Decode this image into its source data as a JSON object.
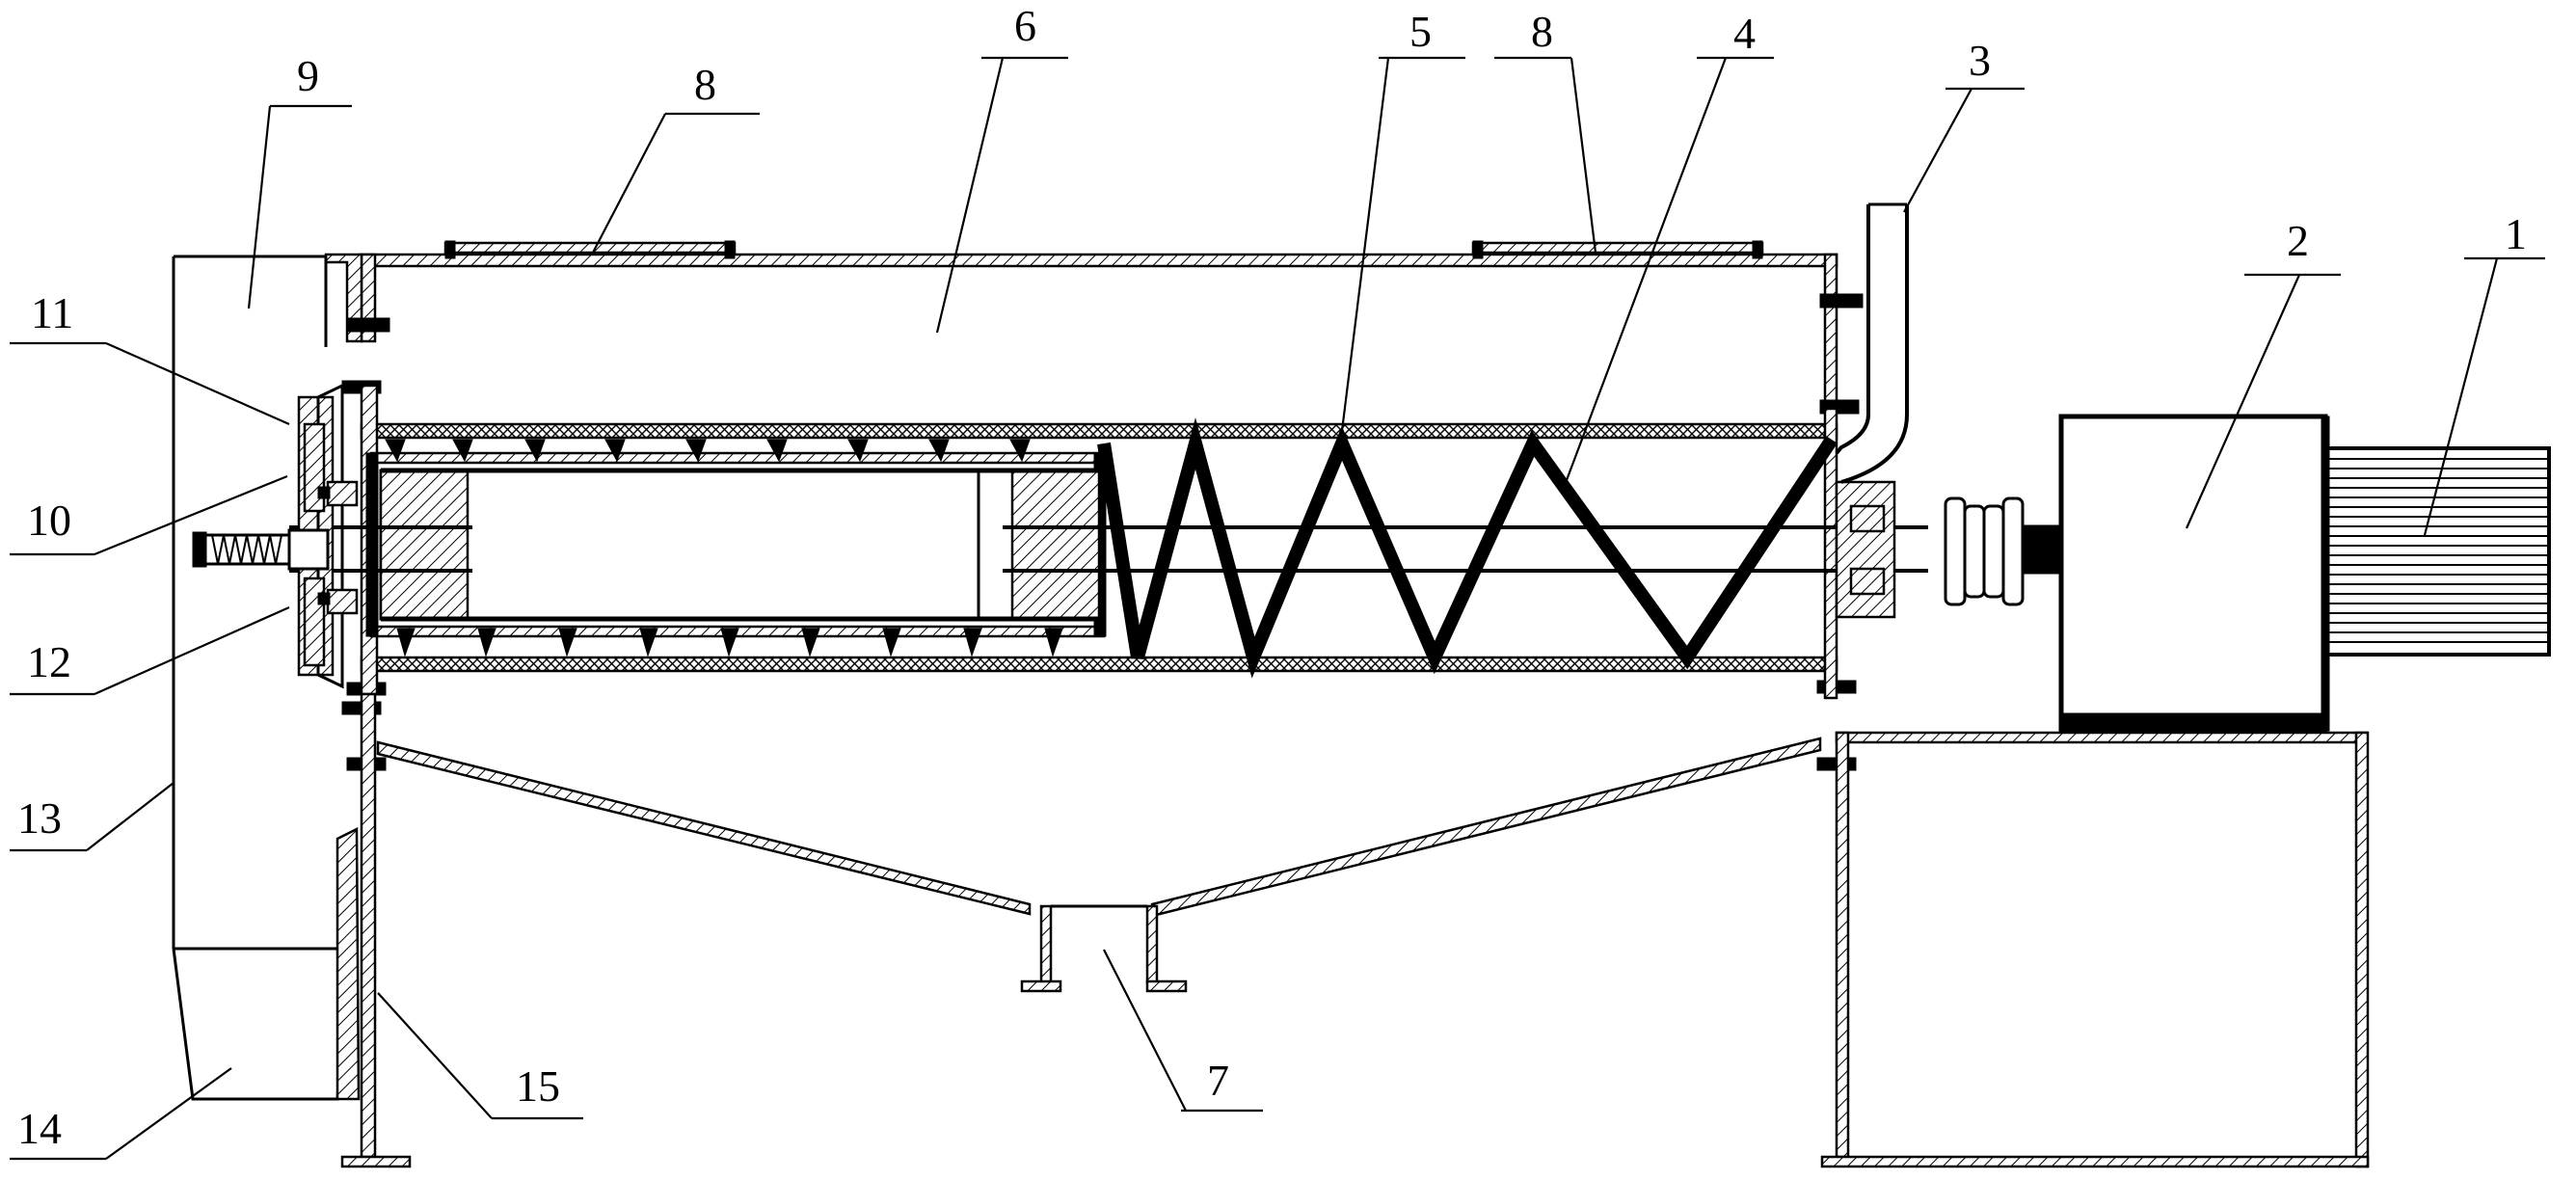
{
  "labels": [
    {
      "id": "label-1",
      "text": "1"
    },
    {
      "id": "label-2",
      "text": "2"
    },
    {
      "id": "label-3",
      "text": "3"
    },
    {
      "id": "label-4",
      "text": "4"
    },
    {
      "id": "label-5",
      "text": "5"
    },
    {
      "id": "label-6",
      "text": "6"
    },
    {
      "id": "label-7",
      "text": "7"
    },
    {
      "id": "label-8a",
      "text": "8"
    },
    {
      "id": "label-8b",
      "text": "8"
    },
    {
      "id": "label-9",
      "text": "9"
    },
    {
      "id": "label-10",
      "text": "10"
    },
    {
      "id": "label-11",
      "text": "11"
    },
    {
      "id": "label-12",
      "text": "12"
    },
    {
      "id": "label-13",
      "text": "13"
    },
    {
      "id": "label-14",
      "text": "14"
    },
    {
      "id": "label-15",
      "text": "15"
    }
  ]
}
